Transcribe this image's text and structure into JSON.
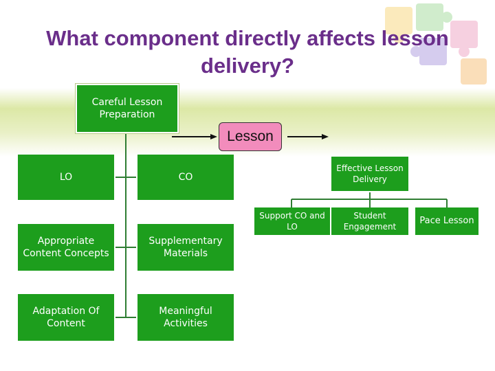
{
  "title": "What component directly affects lesson delivery?",
  "center_label": "Lesson",
  "top_box": "Careful Lesson Preparation",
  "left_column": [
    {
      "left": "LO",
      "right": "CO"
    },
    {
      "left": "Appropriate Content Concepts",
      "right": "Supplementary Materials"
    },
    {
      "left": "Adaptation Of Content",
      "right": "Meaningful Activities"
    }
  ],
  "delivery_box": "Effective Lesson Delivery",
  "delivery_children": [
    "Support CO and LO",
    "Student Engagement",
    "Pace Lesson"
  ],
  "colors": {
    "title": "#6a2e8a",
    "box": "#1d9e1d",
    "lesson": "#f28cbc",
    "lines": "#2e7d32"
  }
}
